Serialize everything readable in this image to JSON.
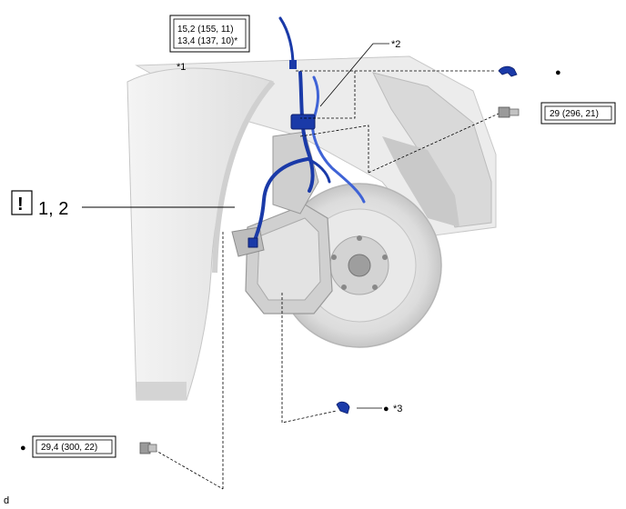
{
  "torque_top": {
    "line1": "15,2 (155, 11)",
    "line2": "13,4 (137, 10)*"
  },
  "torque_right": "29 (296, 21)",
  "torque_bottom": "29,4 (300, 22)",
  "callouts": {
    "star1": "*1",
    "star2": "*2",
    "star3": "*3"
  },
  "warning": {
    "symbol": "!",
    "steps": "1, 2"
  },
  "bullets": {
    "right_clip": "●",
    "star3": "●",
    "bottom": "●"
  },
  "corner_mark": "d",
  "colors": {
    "hose": "#1a3aa8",
    "hose_light": "#3f63d6",
    "line": "#000000",
    "shade": "#e6e6e6",
    "shade_dark": "#bcbcbc"
  },
  "icons": [
    "clip-icon",
    "bolt-icon",
    "warning-icon"
  ]
}
